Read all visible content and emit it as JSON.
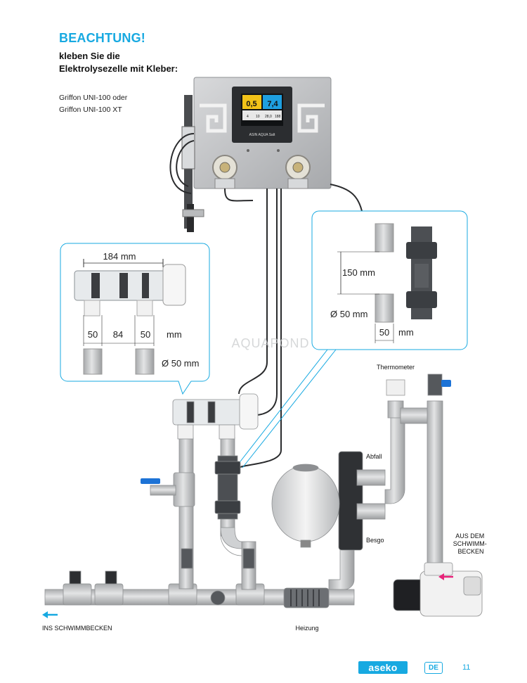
{
  "warning": {
    "title": "BEACHTUNG!",
    "subtitle": "kleben Sie die Elektrolysezelle mit Kleber:",
    "glue_option_1": "Griffon UNI-100 oder",
    "glue_option_2": "Griffon UNI-100 XT"
  },
  "controller": {
    "brand_label": "ASIN AQUA Salt",
    "display_left_value": "0,5",
    "display_right_value": "7,4",
    "display_small_1": "4",
    "display_small_2": "10",
    "display_small_3": "28,0",
    "display_small_4": "188"
  },
  "cell_detail": {
    "length": "184 mm",
    "left_offset": "50",
    "middle_gap": "84",
    "right_offset": "50",
    "unit": "mm",
    "pipe_diameter": "Ø 50 mm"
  },
  "probe_detail": {
    "spacing": "150 mm",
    "pipe_diameter": "Ø 50 mm",
    "width": "50",
    "unit": "mm"
  },
  "watermark": "AQUAPOND",
  "labels": {
    "thermometer": "Thermometer",
    "waste": "Abfall",
    "filter": "Besgo",
    "from_pool": "AUS DEM SCHWIMM-BECKEN",
    "to_pool": "INS SCHWIMMBECKEN",
    "heater": "Heizung"
  },
  "colors": {
    "accent": "#17a9e1",
    "inflow_arrow": "#e8237a",
    "pipe": "#c9cbcd"
  },
  "footer": {
    "brand": "aseko",
    "language": "DE",
    "page_number": "11"
  }
}
